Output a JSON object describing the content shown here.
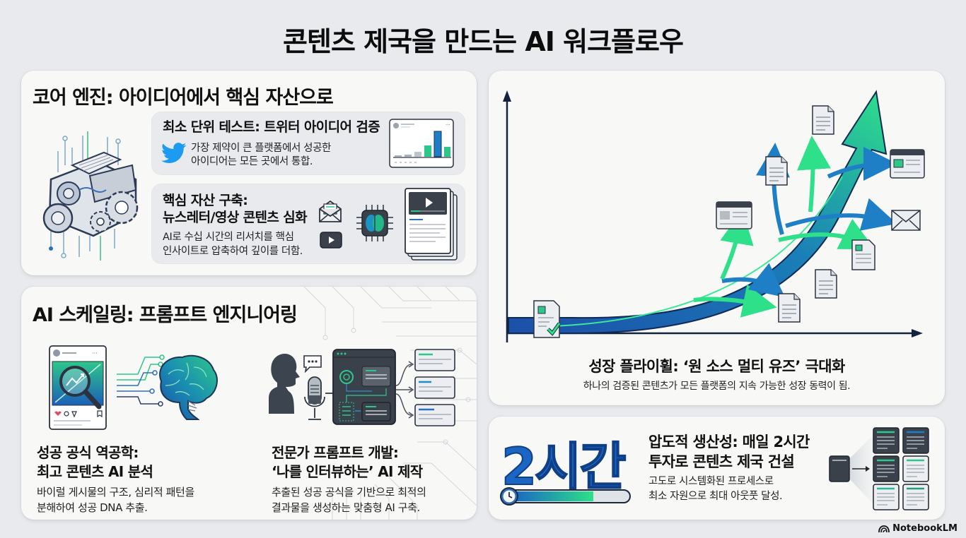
{
  "title": "콘텐츠 제국을 만드는 AI 워크플로우",
  "colors": {
    "background": "#e8eaee",
    "panel": "#f8f8f6",
    "subcard": "#e9eaee",
    "accent_blue": "#1a66c2",
    "accent_green": "#22c77a",
    "dark": "#333a44"
  },
  "core_engine": {
    "heading": "코어 엔진: 아이디어에서 핵심 자산으로",
    "icon": "engine-icon",
    "cards": [
      {
        "title": "최소 단위 테스트: 트위터 아이디어 검증",
        "desc_line1": "가장 제약이 큰 플랫폼에서 성공한",
        "desc_line2": "아이디어는 모든 곳에서 통합.",
        "icons": [
          "twitter-bird-icon",
          "post-bar-chart-icon"
        ]
      },
      {
        "title_line1": "핵심 자산 구축:",
        "title_line2": "뉴스레터/영상 콘텐츠 심화",
        "desc_line1": "AI로 수십 시간의 리서치를 핵심",
        "desc_line2": "인사이트로 압축하여 깊이를 더함.",
        "icons": [
          "envelope-icon",
          "video-play-icon",
          "ai-chip-brain-icon",
          "video-document-icon"
        ]
      }
    ]
  },
  "ai_scaling": {
    "heading": "AI 스케일링: 프롬프트 엔지니어링",
    "blocks": [
      {
        "title_line1": "성공 공식 역공학:",
        "title_line2": "최고 콘텐츠 AI 분석",
        "desc_line1": "바이럴 게시물의 구조, 심리적 패턴을",
        "desc_line2": "분해하여 성공 DNA 추출.",
        "icons": [
          "social-post-magnifier-icon",
          "brain-icon"
        ]
      },
      {
        "title_line1": "전문가 프롬프트 개발:",
        "title_line2": "‘나를 인터뷰하는’ AI 제작",
        "desc_line1": "추출된 성공 공식을 기반으로 최적의",
        "desc_line2": "결과물을 생성하는 맞춤형 AI 구축.",
        "icons": [
          "person-silhouette-icon",
          "microphone-icon",
          "ai-app-window-icon",
          "output-cards-icon"
        ]
      }
    ]
  },
  "growth": {
    "heading": "성장 플라이휠: ‘원 소스 멀티 유즈’ 극대화",
    "desc": "하나의 검증된 콘텐츠가 모든 플랫폼의 지속 가능한 성장 동력이 됨.",
    "diagram": {
      "source": "verified-document-icon",
      "outputs": [
        "document-icon",
        "document-icon",
        "browser-window-icon",
        "document-icon",
        "browser-window-icon",
        "envelope-icon",
        "document-icon",
        "document-icon",
        "document-icon"
      ]
    }
  },
  "productivity": {
    "big_label": "2시간",
    "progress_percent": 72,
    "heading_line1": "압도적 생산성: 매일 2시간",
    "heading_line2": "투자로 콘텐츠 제국 건설",
    "desc_line1": "고도로 시스템화된 프로세스로",
    "desc_line2": "최소 자원으로 최대 아웃풋 달성.",
    "icons": [
      "clock-icon",
      "one-to-many-documents-icon"
    ]
  },
  "brand": {
    "label": "NotebookLM",
    "icon": "notebooklm-logo-icon"
  }
}
